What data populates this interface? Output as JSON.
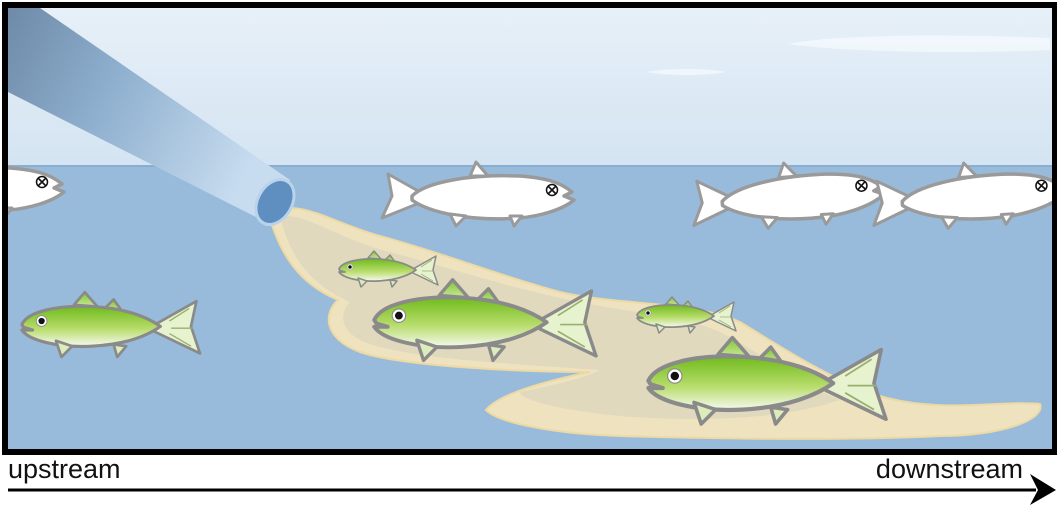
{
  "labels": {
    "upstream": "upstream",
    "downstream": "downstream"
  },
  "colors": {
    "sky": "#dce9f4",
    "water": "#98bbdc",
    "plume": "#f7e3b0",
    "healthy_fish_top": "#7cc12a",
    "healthy_fish_belly": "#f4f8ee",
    "dead_fish": "#ffffff",
    "outline": "#8a8a8a",
    "frame": "#000000"
  },
  "icons": {
    "pipe": "discharge-pipe",
    "dead_fish_eye": "x-eye-icon",
    "flow_arrow": "arrow-right-icon"
  }
}
